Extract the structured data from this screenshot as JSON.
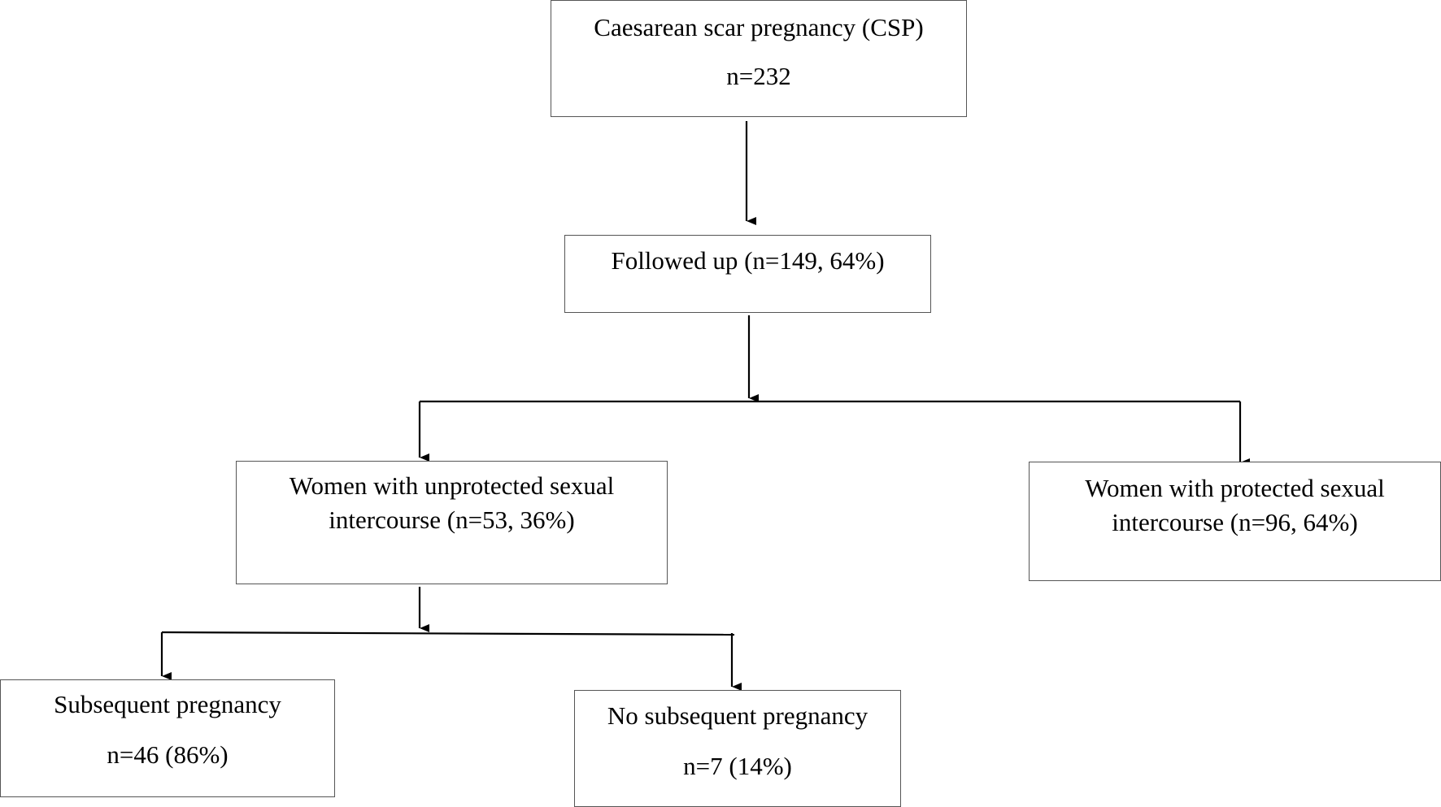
{
  "nodes": {
    "csp": {
      "title": "Caesarean scar pregnancy (CSP)",
      "count": "n=232"
    },
    "followed": {
      "title": "Followed up (n=149, 64%)"
    },
    "unprotected": {
      "line1": "Women with unprotected sexual",
      "line2": "intercourse (n=53, 36%)"
    },
    "protected": {
      "line1": "Women with protected sexual",
      "line2": "intercourse (n=96, 64%)"
    },
    "subsequent": {
      "title": "Subsequent pregnancy",
      "count": "n=46 (86%)"
    },
    "no_subsequent": {
      "title": "No subsequent pregnancy",
      "count": "n=7 (14%)"
    }
  },
  "colors": {
    "line": "#000000",
    "border": "#555555"
  }
}
